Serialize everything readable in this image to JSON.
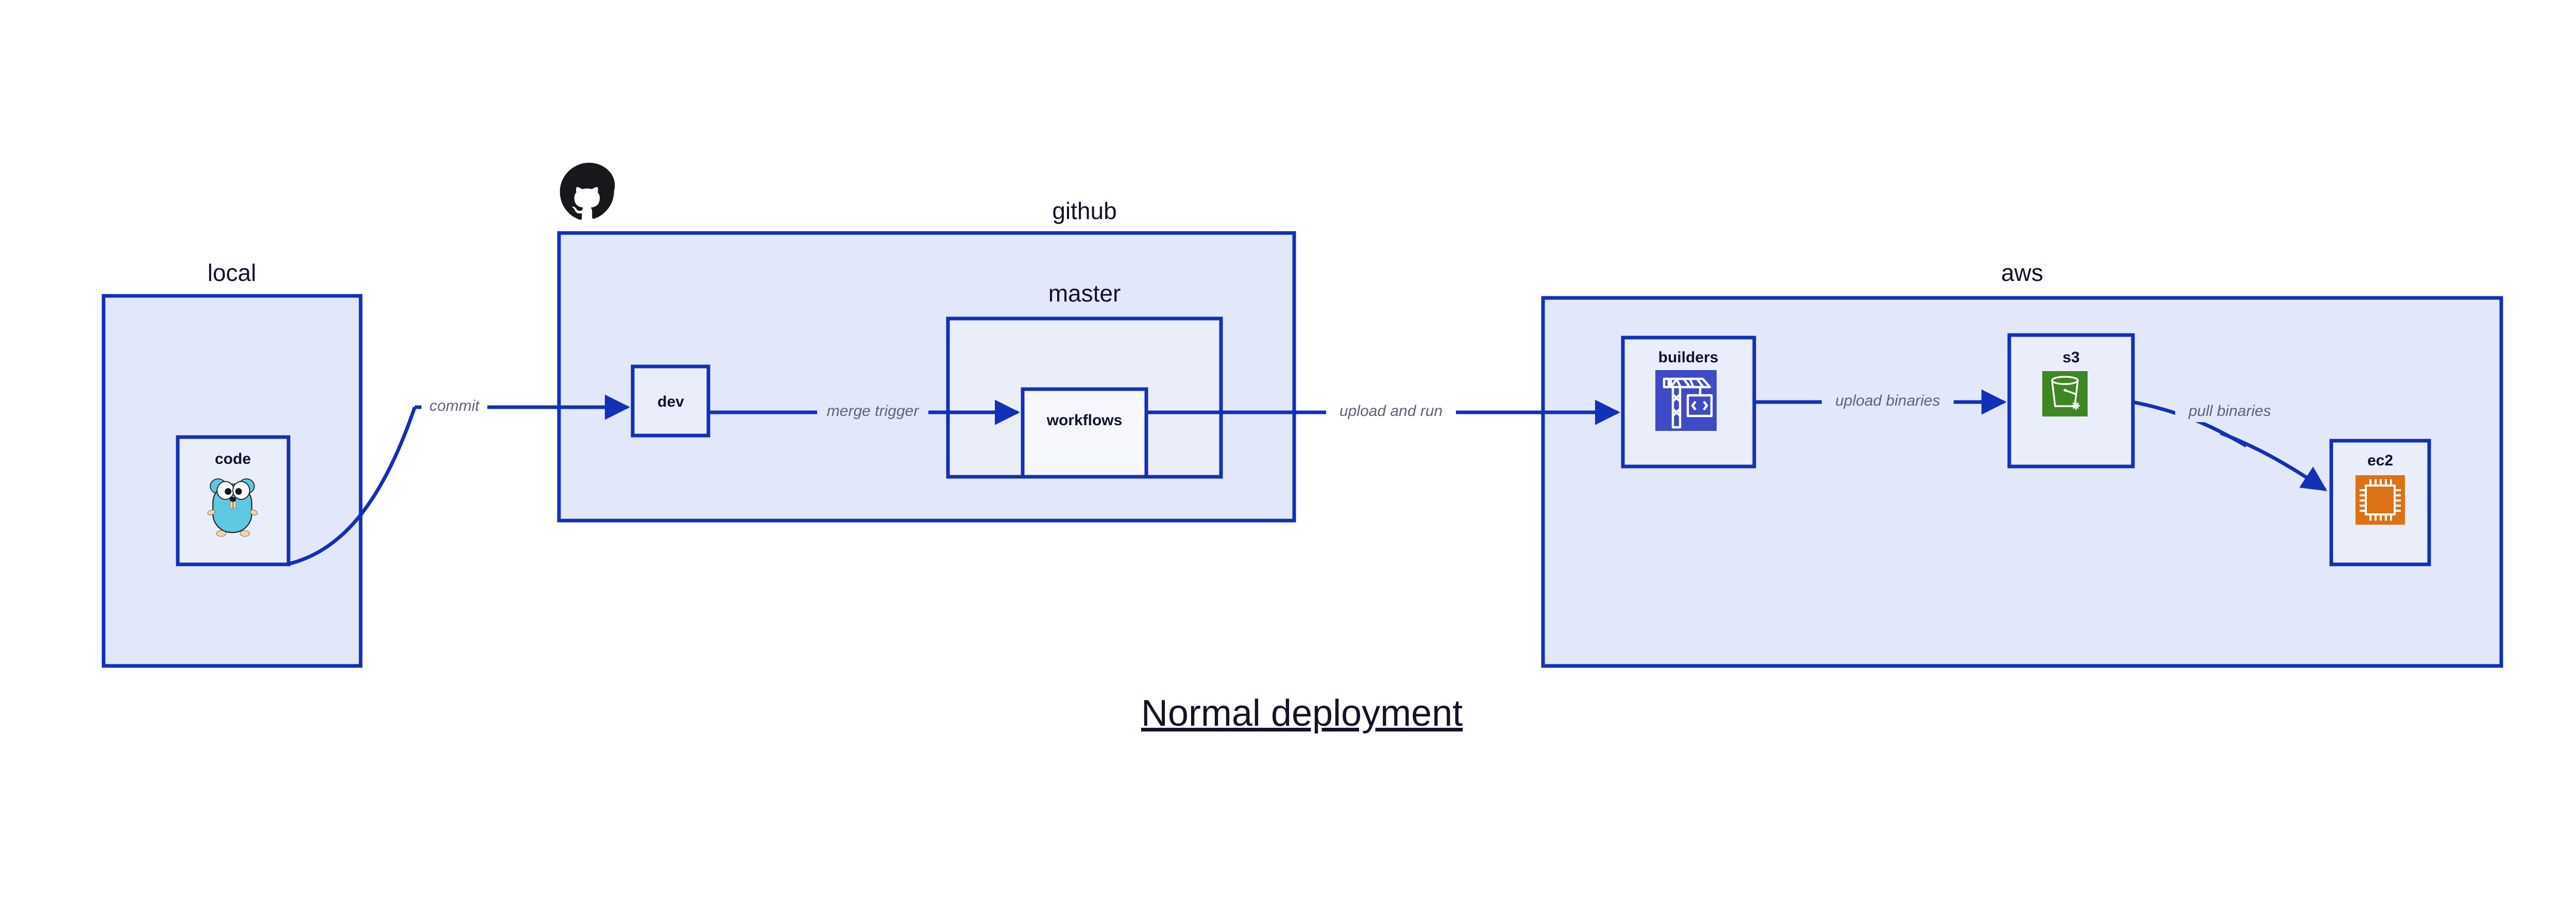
{
  "diagram": {
    "title": "Normal deployment",
    "title_underlined": true,
    "background": "#ffffff",
    "border_color": "#1230b8",
    "group_fill": "#e2e7f9",
    "node_fill": "#eaeefb",
    "leaf_fill": "#f5f7fd",
    "edge_color": "#1230b8",
    "edge_label_color": "#5d6472",
    "groups": [
      {
        "id": "local",
        "label": "local"
      },
      {
        "id": "github",
        "label": "github",
        "icon": "github-octocat-icon"
      },
      {
        "id": "master",
        "label": "master"
      },
      {
        "id": "aws",
        "label": "aws"
      }
    ],
    "nodes": [
      {
        "id": "code",
        "label": "code",
        "icon": "go-gopher-icon",
        "icon_color": "#5ec8e0"
      },
      {
        "id": "dev",
        "label": "dev",
        "icon": "none"
      },
      {
        "id": "workflows",
        "label": "workflows",
        "icon": "none"
      },
      {
        "id": "builders",
        "label": "builders",
        "icon": "aws-codebuild-crane-icon",
        "icon_color": "#3f4ac6"
      },
      {
        "id": "s3",
        "label": "s3",
        "icon": "aws-s3-bucket-icon",
        "icon_color": "#3f8624"
      },
      {
        "id": "ec2",
        "label": "ec2",
        "icon": "aws-ec2-chip-icon",
        "icon_color": "#dd7116"
      }
    ],
    "edges": [
      {
        "id": "code-to-dev",
        "from": "code",
        "to": "dev",
        "label": "commit"
      },
      {
        "id": "dev-to-workflows",
        "from": "dev",
        "to": "workflows",
        "label": "merge trigger"
      },
      {
        "id": "workflows-to-builders",
        "from": "workflows",
        "to": "builders",
        "label": "upload and run"
      },
      {
        "id": "builders-to-s3",
        "from": "builders",
        "to": "s3",
        "label": "upload binaries"
      },
      {
        "id": "s3-to-ec2",
        "from": "s3",
        "to": "ec2",
        "label": "pull binaries"
      }
    ]
  }
}
